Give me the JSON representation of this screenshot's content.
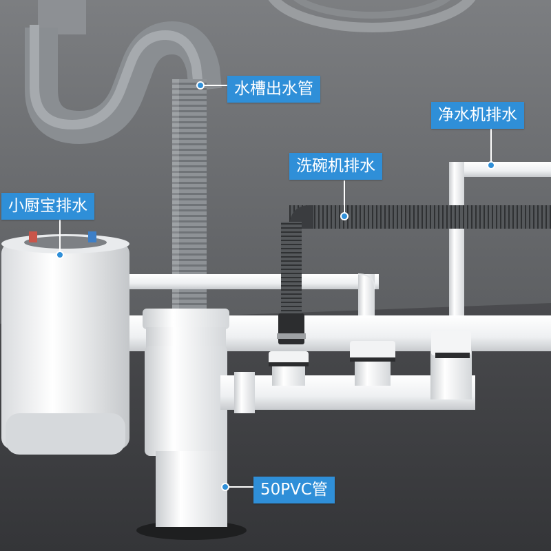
{
  "labels": {
    "sink_outlet": "水槽出水管",
    "purifier_drain": "净水机排水",
    "dishwasher_drain": "洗碗机排水",
    "water_heater_drain": "小厨宝排水",
    "pvc_pipe": "50PVC管"
  },
  "colors": {
    "accent": "#2f8fd8",
    "label_text": "#ffffff",
    "wall": "#6a6c6f",
    "floor": "#3f4043",
    "pipe_white": "#f4f5f6",
    "hose_grey": "#8c9094",
    "hose_dark": "#4a4c4f"
  }
}
